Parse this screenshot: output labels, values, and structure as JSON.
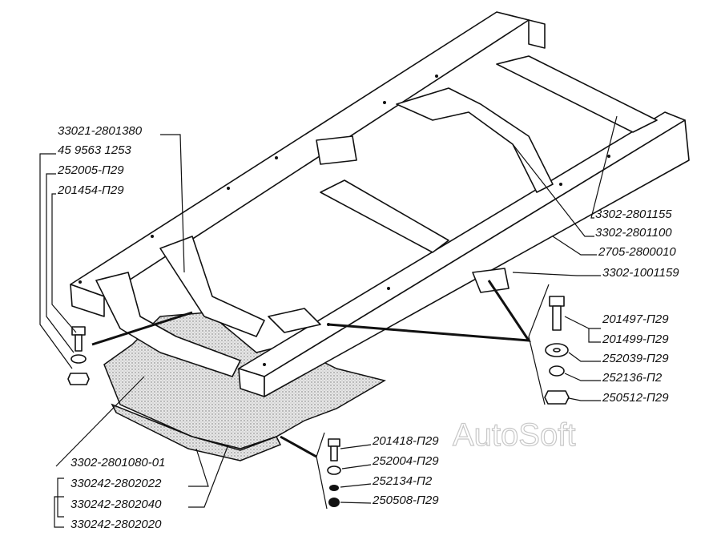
{
  "watermark": "AutoSoft",
  "labels": {
    "p33021_2801380": "33021-2801380",
    "p45_9563_1253": "45 9563 1253",
    "p252005": "252005-П29",
    "p201454": "201454-П29",
    "p3302_2801155": "3302-2801155",
    "p3302_2801100": "3302-2801100",
    "p2705_2800010": "2705-2800010",
    "p3302_1001159": "3302-1001159",
    "p201497": "201497-П29",
    "p201499": "201499-П29",
    "p252039": "252039-П29",
    "p252136": "252136-П2",
    "p250512": "250512-П29",
    "p3302_2801080_01": "3302-2801080-01",
    "p330242_2802022": "330242-2802022",
    "p330242_2802040": "330242-2802040",
    "p330242_2802020": "330242-2802020",
    "p201418": "201418-П29",
    "p252004": "252004-П29",
    "p252134": "252134-П2",
    "p250508": "250508-П29"
  }
}
